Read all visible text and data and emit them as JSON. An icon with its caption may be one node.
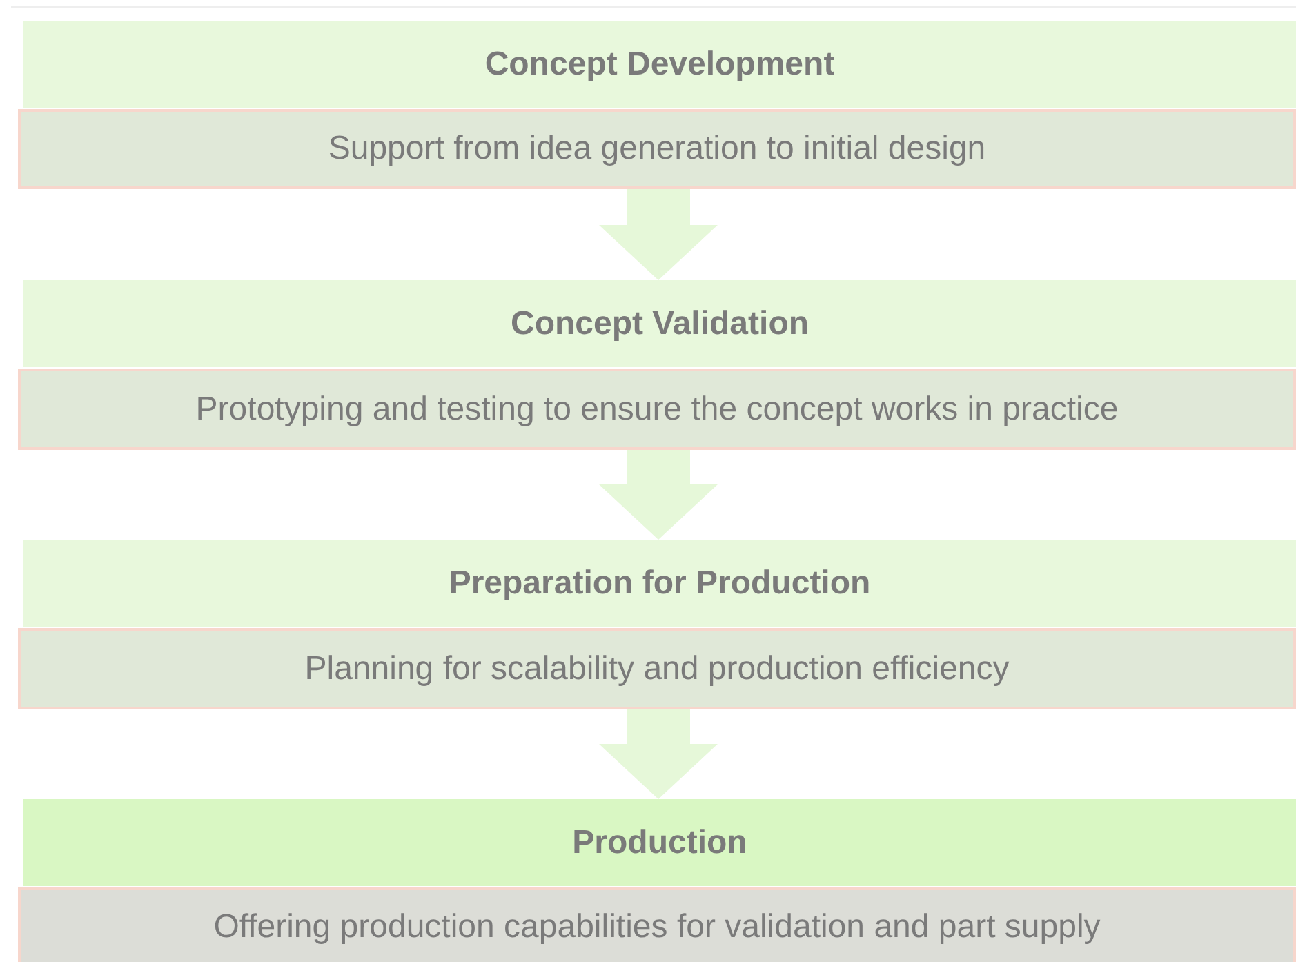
{
  "diagram": {
    "nodes": [
      {
        "text": [
          "Concept Development"
        ]
      },
      {
        "text": [
          "Support from idea generation to initial design"
        ]
      },
      {
        "text": [
          "Concept Validation"
        ]
      },
      {
        "text": [
          "Prototyping and testing to ensure the concept works in practice"
        ]
      },
      {
        "text": [
          "Preparation for Production"
        ]
      },
      {
        "text": [
          "Planning for scalability and production efficiency"
        ]
      },
      {
        "text": [
          "Production"
        ]
      },
      {
        "text": [
          "Offering production capabilities for validation and part supply"
        ]
      }
    ],
    "edges": [
      {
        "from": 1,
        "to": 2,
        "arrow": "to"
      },
      {
        "from": 3,
        "to": 4,
        "arrow": "to"
      },
      {
        "from": 5,
        "to": 6,
        "arrow": "to"
      }
    ]
  }
}
